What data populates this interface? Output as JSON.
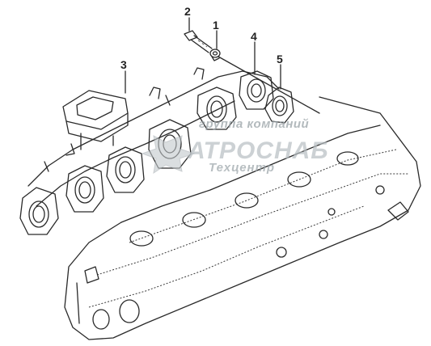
{
  "diagram": {
    "labels": [
      {
        "id": "part-1",
        "text": "1"
      },
      {
        "id": "part-2",
        "text": "2"
      },
      {
        "id": "part-3",
        "text": "3"
      },
      {
        "id": "part-4",
        "text": "4"
      },
      {
        "id": "part-5",
        "text": "5"
      }
    ],
    "watermark": {
      "top": "группа компаний",
      "main": "АТРОСНАБ",
      "sub": "Техцентр"
    },
    "colors": {
      "line": "#2a2a2a",
      "watermark": "#b7bec2",
      "background": "#ffffff"
    }
  }
}
